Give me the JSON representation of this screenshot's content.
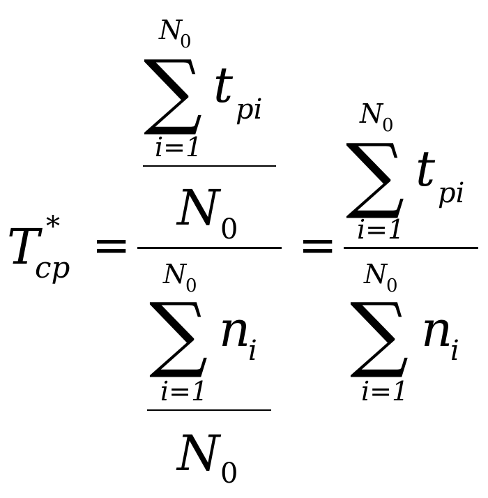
{
  "formula": {
    "lhs": {
      "main": "T",
      "subscript": "cp",
      "superscript": "*"
    },
    "equals": "=",
    "sum_symbol": "∑",
    "upper_limit_main": "N",
    "upper_limit_sub": "0",
    "lower_limit": "i=1",
    "summand_t": "t",
    "summand_t_sub": "pi",
    "summand_n": "n",
    "summand_n_sub": "i",
    "denominator_main": "N",
    "denominator_sub": "0"
  },
  "colors": {
    "ink": "#000000",
    "background": "#ffffff"
  }
}
